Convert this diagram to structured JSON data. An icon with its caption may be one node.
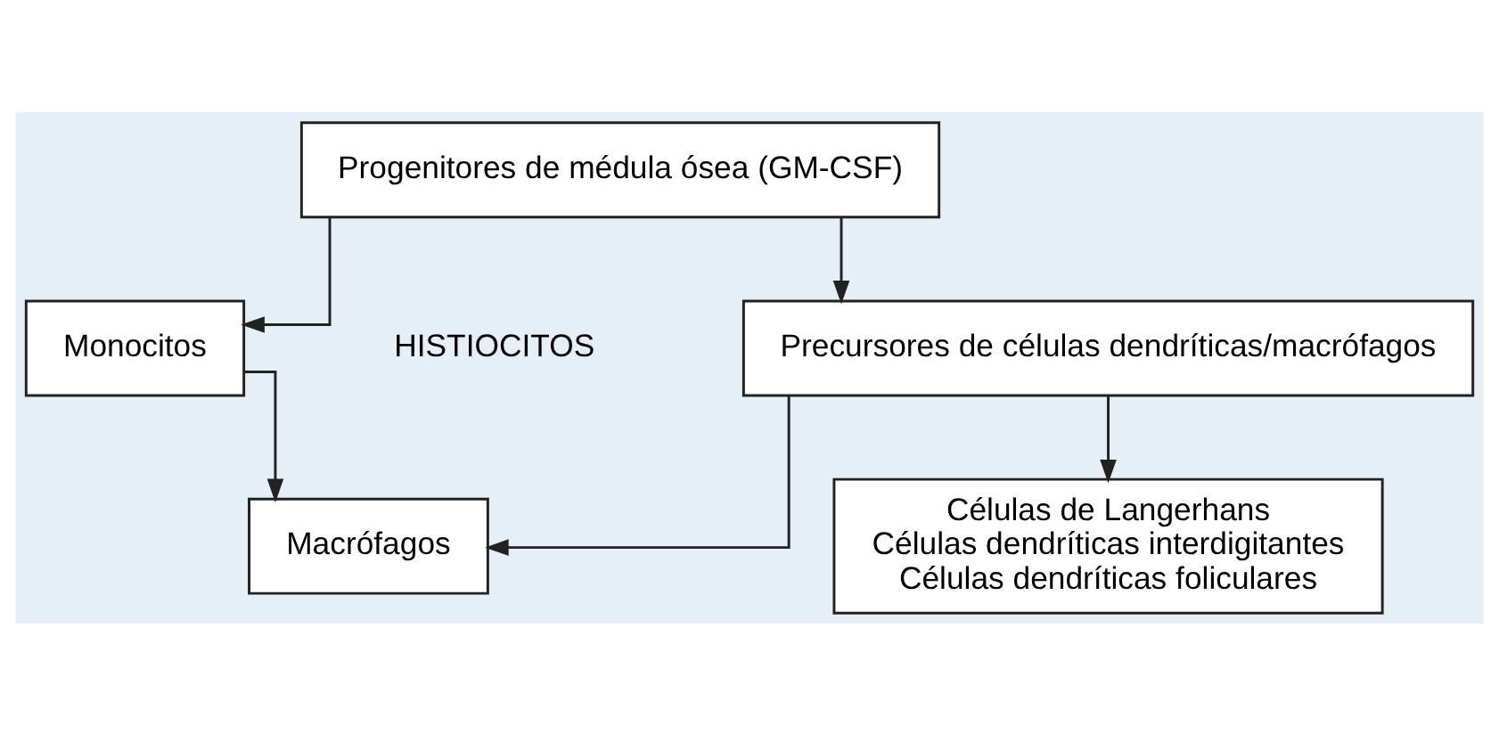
{
  "diagram": {
    "nodes": [
      {
        "text": [
          "Progenitores de médula ósea (GM-CSF)"
        ]
      },
      {
        "text": [
          "Monocitos"
        ]
      },
      {
        "text": [
          "Precursores de células dendríticas/macrófagos"
        ]
      },
      {
        "text": [
          "Macrófagos"
        ]
      },
      {
        "text": [
          "Células de Langerhans",
          "Células dendríticas interdigitantes",
          "Células dendríticas foliculares"
        ]
      }
    ],
    "edges": [
      {
        "from": 0,
        "to": 1,
        "arrow": "to"
      },
      {
        "from": 0,
        "to": 2,
        "arrow": "to"
      },
      {
        "from": 1,
        "to": 3,
        "arrow": "to"
      },
      {
        "from": 2,
        "to": 3,
        "arrow": "to"
      },
      {
        "from": 2,
        "to": 4,
        "arrow": "to"
      }
    ],
    "labels": [
      "HISTIOCITOS"
    ]
  }
}
